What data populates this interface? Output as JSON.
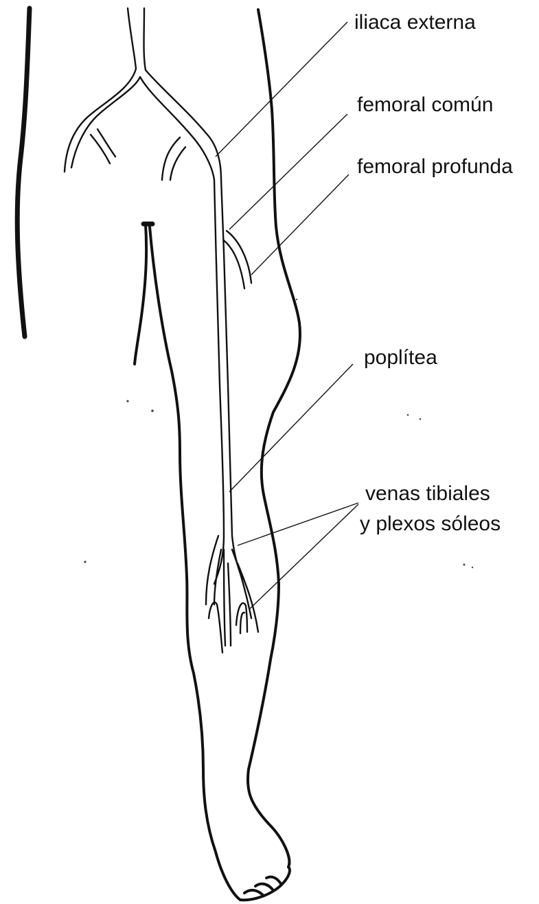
{
  "labels": {
    "iliaca_externa": "iliaca externa",
    "femoral_comun": "femoral común",
    "femoral_profunda": "femoral profunda",
    "poplitea": "poplítea",
    "tibiales_line1": "venas tibiales",
    "tibiales_line2": "y plexos sóleos"
  },
  "colors": {
    "ink": "#111111",
    "background": "#ffffff"
  }
}
